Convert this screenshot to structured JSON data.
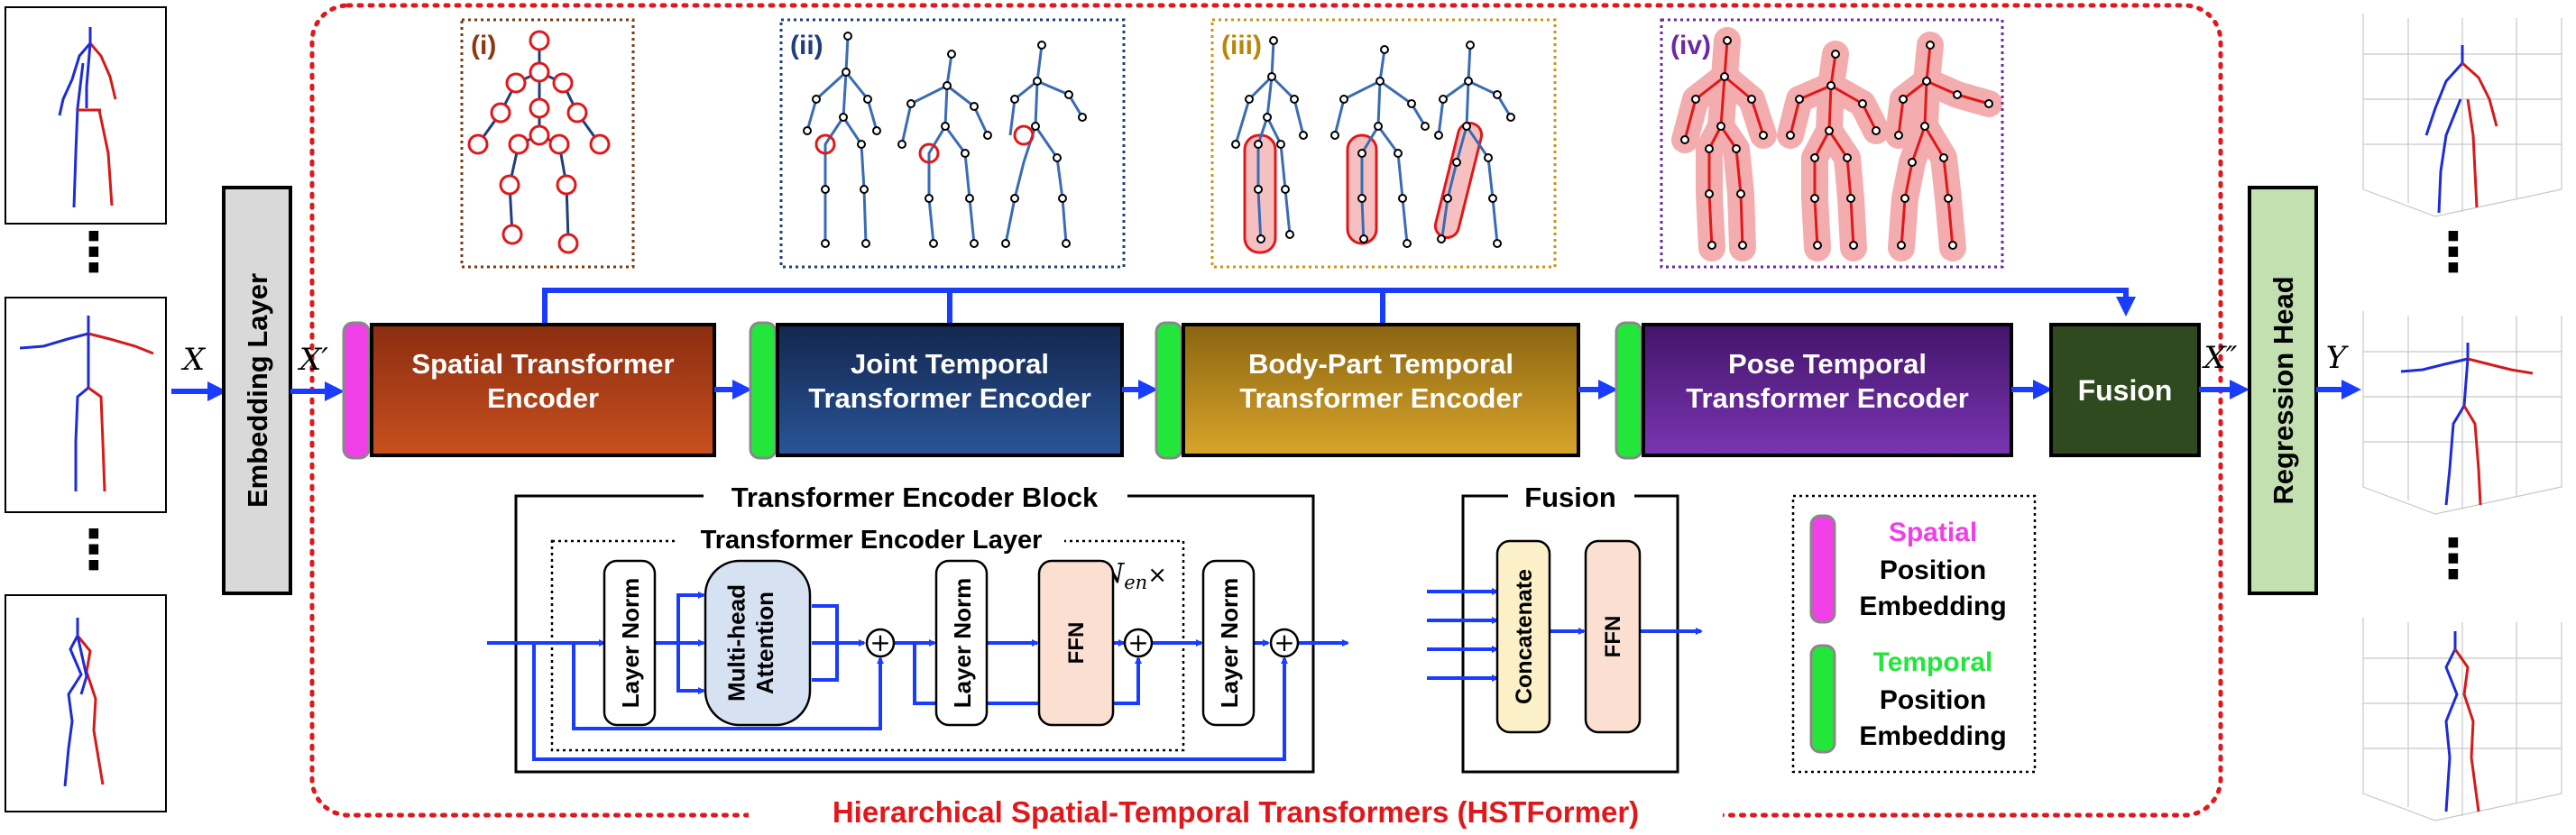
{
  "title": "Hierarchical Spatial-Temporal Transformers (HSTFormer)",
  "colors": {
    "arrow": "#1a3cff",
    "frame_red": "#e0181b",
    "spatial_pe": "#f03fe6",
    "temporal_pe": "#22e63a",
    "embed_fill": "#d9d9d9",
    "regress_fill": "#c3e0b1",
    "stage_spatial": "#c9501f",
    "stage_joint": "#1e3f7a",
    "stage_bodypart": "#c9951a",
    "stage_pose": "#6b2aa0",
    "stage_fusion": "#2e4a1e"
  },
  "inputs": {
    "x": "X",
    "x_prime": "X′",
    "x_double_prime": "X″",
    "y": "Y"
  },
  "embedding_layer": "Embedding Layer",
  "regression_head": "Regression Head",
  "stages": {
    "spatial": "Spatial Transformer|Encoder",
    "joint": "Joint Temporal|Transformer Encoder",
    "bodypart": "Body-Part Temporal|Transformer Encoder",
    "pose": "Pose Temporal|Transformer Encoder",
    "fusion": "Fusion"
  },
  "panels": {
    "i": "(i)",
    "ii": "(ii)",
    "iii": "(iii)",
    "iv": "(iv)"
  },
  "block": {
    "title": "Transformer Encoder Block",
    "layer_title": "Transformer Encoder Layer",
    "repeat": "N",
    "repeat_sub": "en",
    "repeat_mark": "×",
    "layer_norm": "Layer Norm",
    "mha": "Multi-head|Attention",
    "ffn": "FFN",
    "plus": "+"
  },
  "fusion_block": {
    "title": "Fusion",
    "concat": "Concatenate",
    "ffn": "FFN"
  },
  "legend": {
    "spatial_word": "Spatial",
    "temporal_word": "Temporal",
    "position": "Position",
    "embedding": "Embedding"
  },
  "ellipsis": "⋮"
}
